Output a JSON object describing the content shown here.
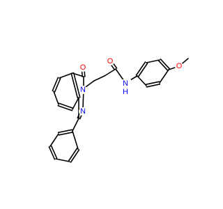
{
  "molecule": {
    "atoms": {
      "O_carbonyl_ring": {
        "symbol": "O",
        "color": "#ff0000"
      },
      "N_ring": {
        "symbol": "N",
        "color": "#0000ff"
      },
      "N_ring2": {
        "symbol": "N",
        "color": "#0000ff"
      },
      "O_amide": {
        "symbol": "O",
        "color": "#ff0000"
      },
      "N_amide": {
        "symbol": "N",
        "color": "#0000ff"
      },
      "H_amide": {
        "symbol": "H",
        "color": "#0000ff"
      },
      "O_methoxy": {
        "symbol": "O",
        "color": "#ff0000"
      }
    },
    "bond_color": "#000000"
  }
}
